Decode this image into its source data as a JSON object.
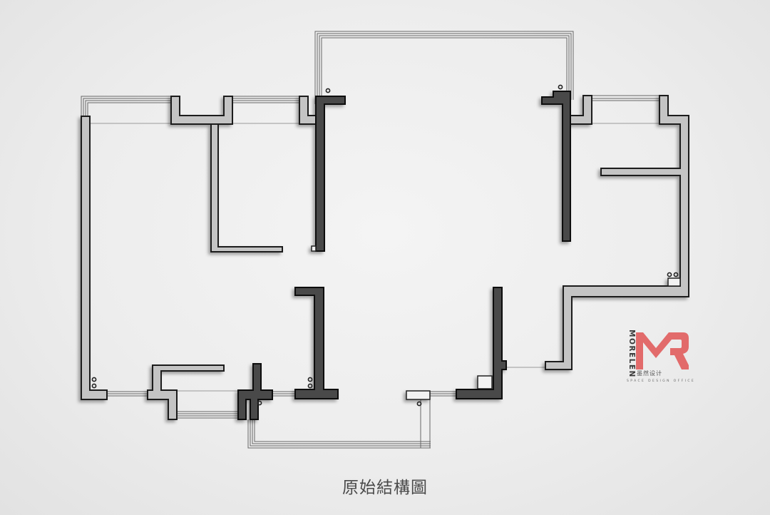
{
  "diagram": {
    "type": "floor-plan",
    "caption": "原始結構圖",
    "legend": {
      "light_walls": "#c4c4c4",
      "dark_walls": "#4a4a4a"
    }
  },
  "logo": {
    "brand_vertical": "MORELEN",
    "mark": "MR",
    "mark_color": "#e26b6b",
    "chinese_name": "墨然设计",
    "tagline": "SPACE DESIGN OFFICE"
  }
}
